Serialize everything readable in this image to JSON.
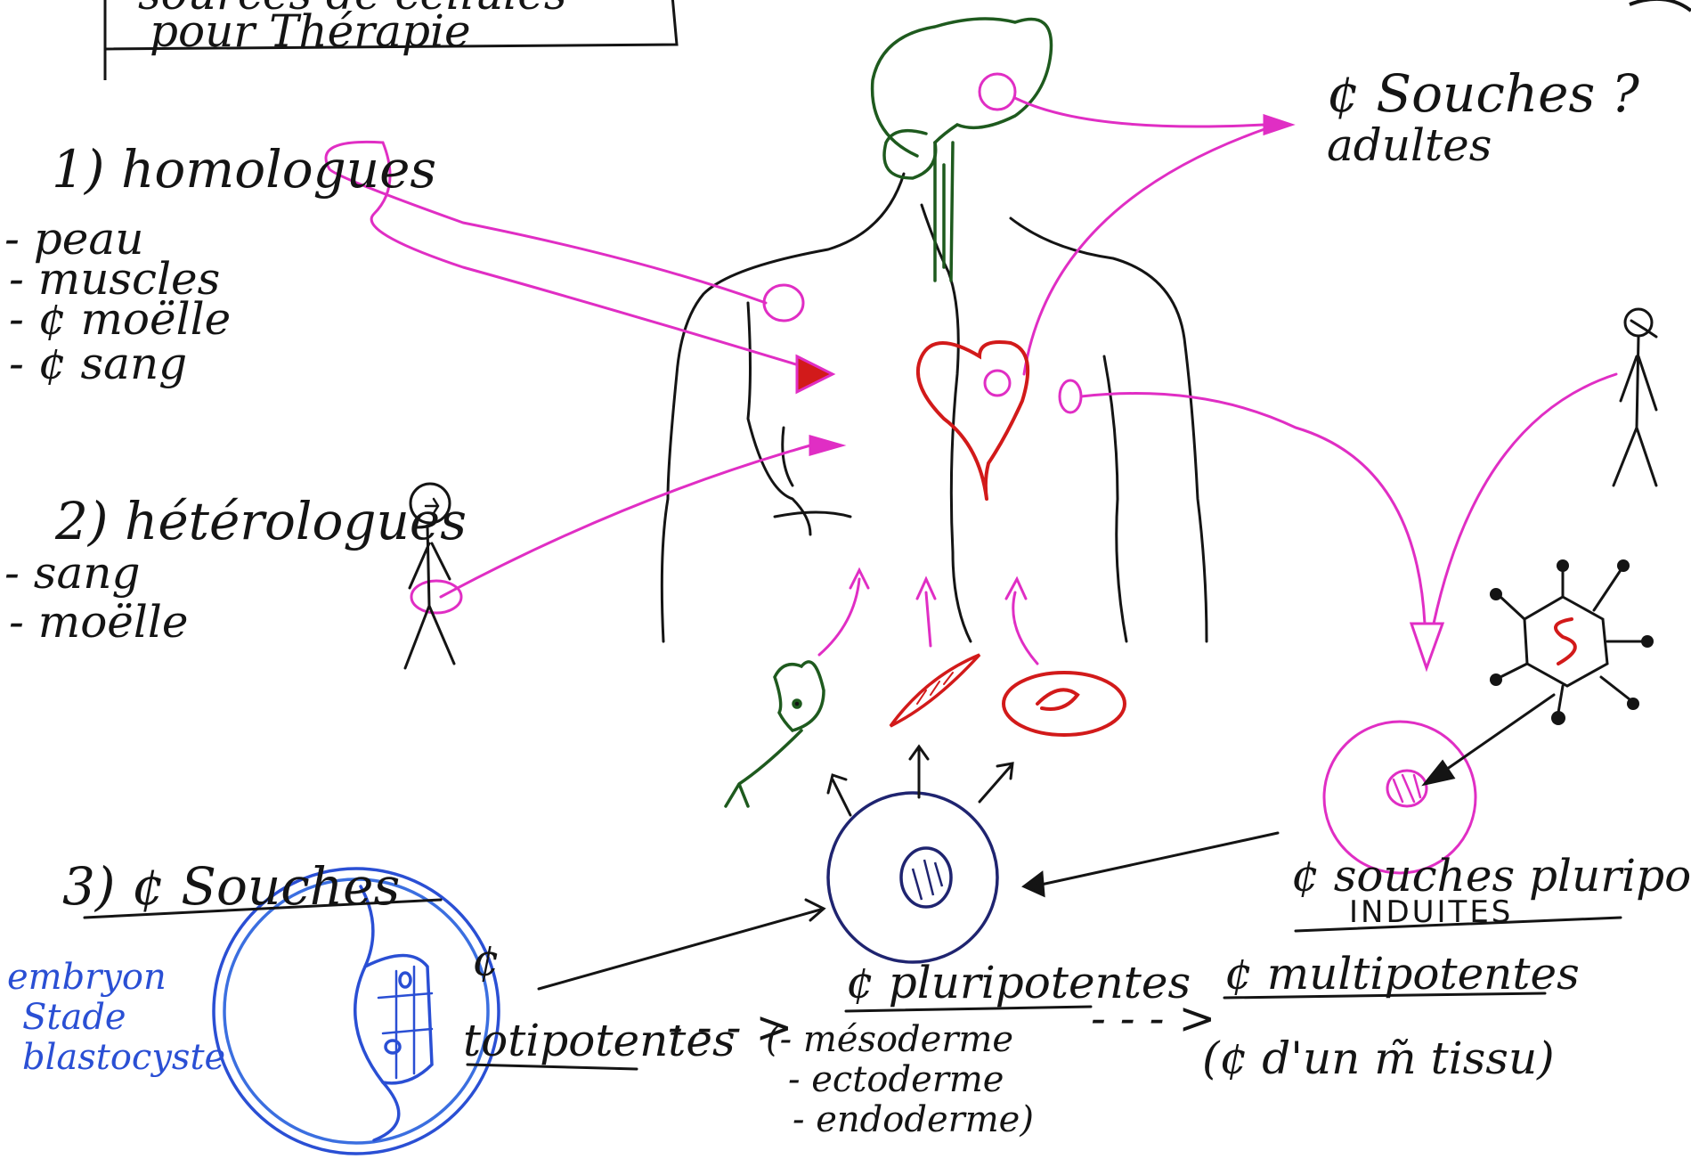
{
  "header": {
    "line1": "sources de cellules",
    "line2": "pour Thérapie"
  },
  "sections": {
    "homologues": {
      "title": "1) homologues",
      "items": [
        "- peau",
        "- muscles",
        "- ¢ moëlle",
        "- ¢ sang"
      ]
    },
    "heterologues": {
      "title": "2) hétérologues",
      "items": [
        "- sang",
        "- moëlle"
      ]
    },
    "souches": {
      "title": "3) ¢ Souches"
    }
  },
  "labels": {
    "adult_stem": "¢ Souches ?",
    "adult_stem_2": "adultes",
    "embryo": [
      "embryon",
      "Stade",
      "blastocyste"
    ],
    "totipotent_symbol": "¢",
    "totipotent": "totipotentes",
    "pluripotent": "¢ pluripotentes",
    "germ_layers": [
      "(- mésoderme",
      "- ectoderme",
      "- endoderme)"
    ],
    "multipotent": "¢ multipotentes",
    "multipotent_sub": "(¢ d'un m̃ tissu)",
    "ips_line1": "¢ souches pluripot.",
    "ips_line2": "INDUITES",
    "arrow_dots": "- - - >"
  },
  "colors": {
    "ink": "#141414",
    "magenta": "#e02ec4",
    "red": "#d21a1a",
    "green": "#1e5a1e",
    "navy": "#1f2470",
    "blue": "#2a4fd4",
    "light_blue": "#3b6fe0"
  }
}
